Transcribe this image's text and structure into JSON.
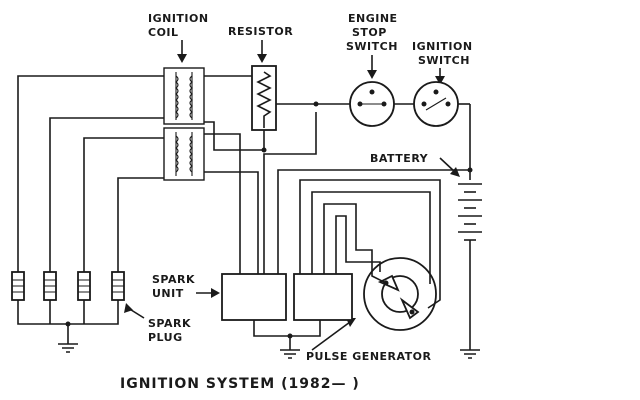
{
  "labels": {
    "ignition_coil_line1": "IGNITION",
    "ignition_coil_line2": "COIL",
    "resistor": "RESISTOR",
    "engine_stop_line1": "ENGINE",
    "engine_stop_line2": "STOP",
    "engine_stop_line3": "SWITCH",
    "ignition_switch_line1": "IGNITION",
    "ignition_switch_line2": "SWITCH",
    "battery": "BATTERY",
    "spark_unit_line1": "SPARK",
    "spark_unit_line2": "UNIT",
    "spark_plug_line1": "SPARK",
    "spark_plug_line2": "PLUG",
    "pulse_generator": "PULSE GENERATOR"
  },
  "caption": "IGNITION SYSTEM (1982— )",
  "colors": {
    "ink": "#1a1a1a",
    "paper": "#ffffff"
  }
}
